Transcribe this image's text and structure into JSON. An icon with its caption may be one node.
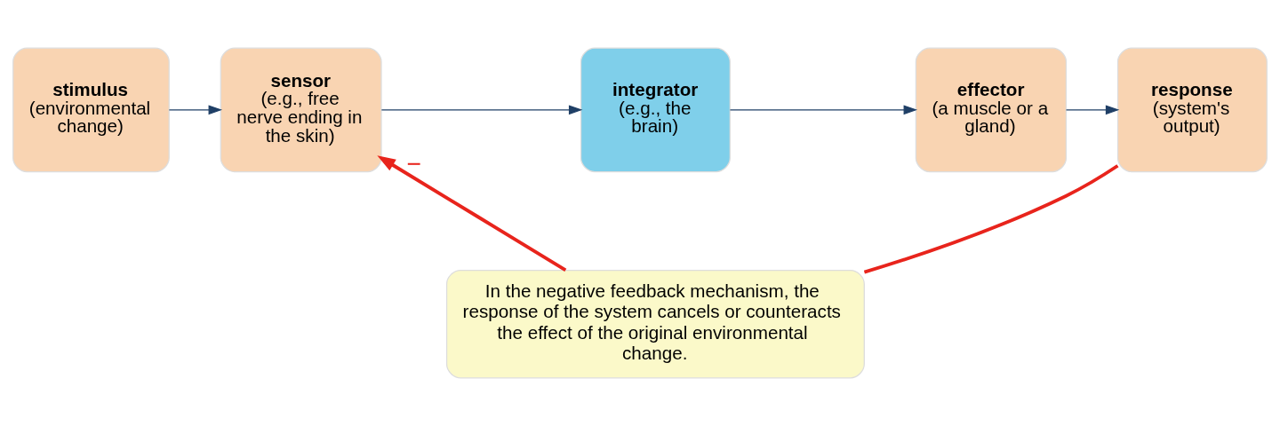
{
  "diagram": {
    "nodes": [
      {
        "text": [
          "stimulus",
          "(environmental change)"
        ]
      },
      {
        "text": [
          "sensor",
          "(e.g., free nerve ending in the skin)"
        ]
      },
      {
        "text": [
          "integrator",
          "(e.g., the brain)"
        ]
      },
      {
        "text": [
          "effector",
          "(a muscle or a gland)"
        ]
      },
      {
        "text": [
          "response",
          "(system's output)"
        ]
      },
      {
        "text": [
          "In the negative feedback mechanism, the response of the system cancels or counteracts the effect of the original environmental change."
        ]
      }
    ],
    "edges": [
      {
        "from": 0,
        "to": 1,
        "arrow": "to"
      },
      {
        "from": 1,
        "to": 2,
        "arrow": "to"
      },
      {
        "from": 2,
        "to": 3,
        "arrow": "to"
      },
      {
        "from": 3,
        "to": 4,
        "arrow": "to"
      },
      {
        "from": 4,
        "to": 5,
        "arrow": "none",
        "style": "thick",
        "color": "#e8241c"
      },
      {
        "from": 5,
        "to": 1,
        "arrow": "to",
        "label": "−",
        "style": "thick",
        "color": "#e8241c"
      }
    ]
  }
}
